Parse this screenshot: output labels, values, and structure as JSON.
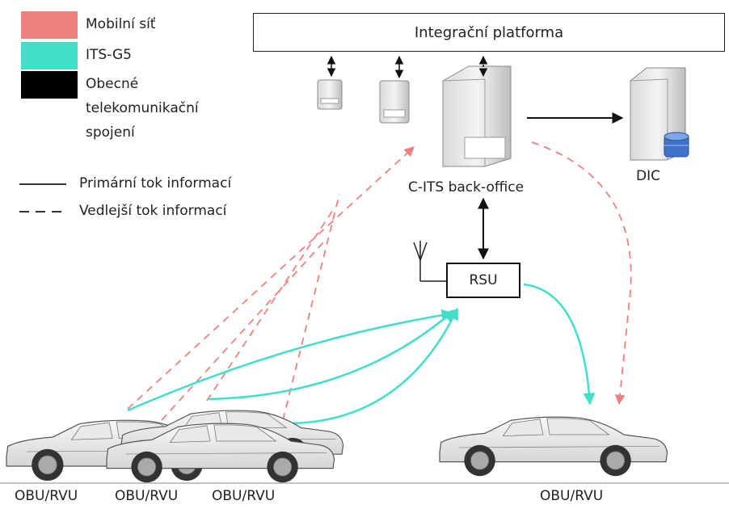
{
  "legend": {
    "items": [
      {
        "label": "Mobilní síť",
        "color": "#f08080"
      },
      {
        "label": "ITS-G5",
        "color": "#40e0c8"
      },
      {
        "label_lines": [
          "Obecné",
          "telekomunikační",
          "spojení"
        ],
        "color": "#000000"
      }
    ],
    "lines": [
      {
        "label": "Primární tok informací",
        "style": "solid"
      },
      {
        "label": "Vedlejší tok informací",
        "style": "dashed"
      }
    ]
  },
  "nodes": {
    "platform": "Integrační platforma",
    "backoffice": "C-ITS back-office",
    "dic": "DIC",
    "rsu": "RSU",
    "vehicles": [
      "OBU/RVU",
      "OBU/RVU",
      "OBU/RVU",
      "OBU/RVU"
    ]
  },
  "colors": {
    "mobile": "#f08080",
    "itsg5": "#40e0c8",
    "general": "#000000"
  }
}
